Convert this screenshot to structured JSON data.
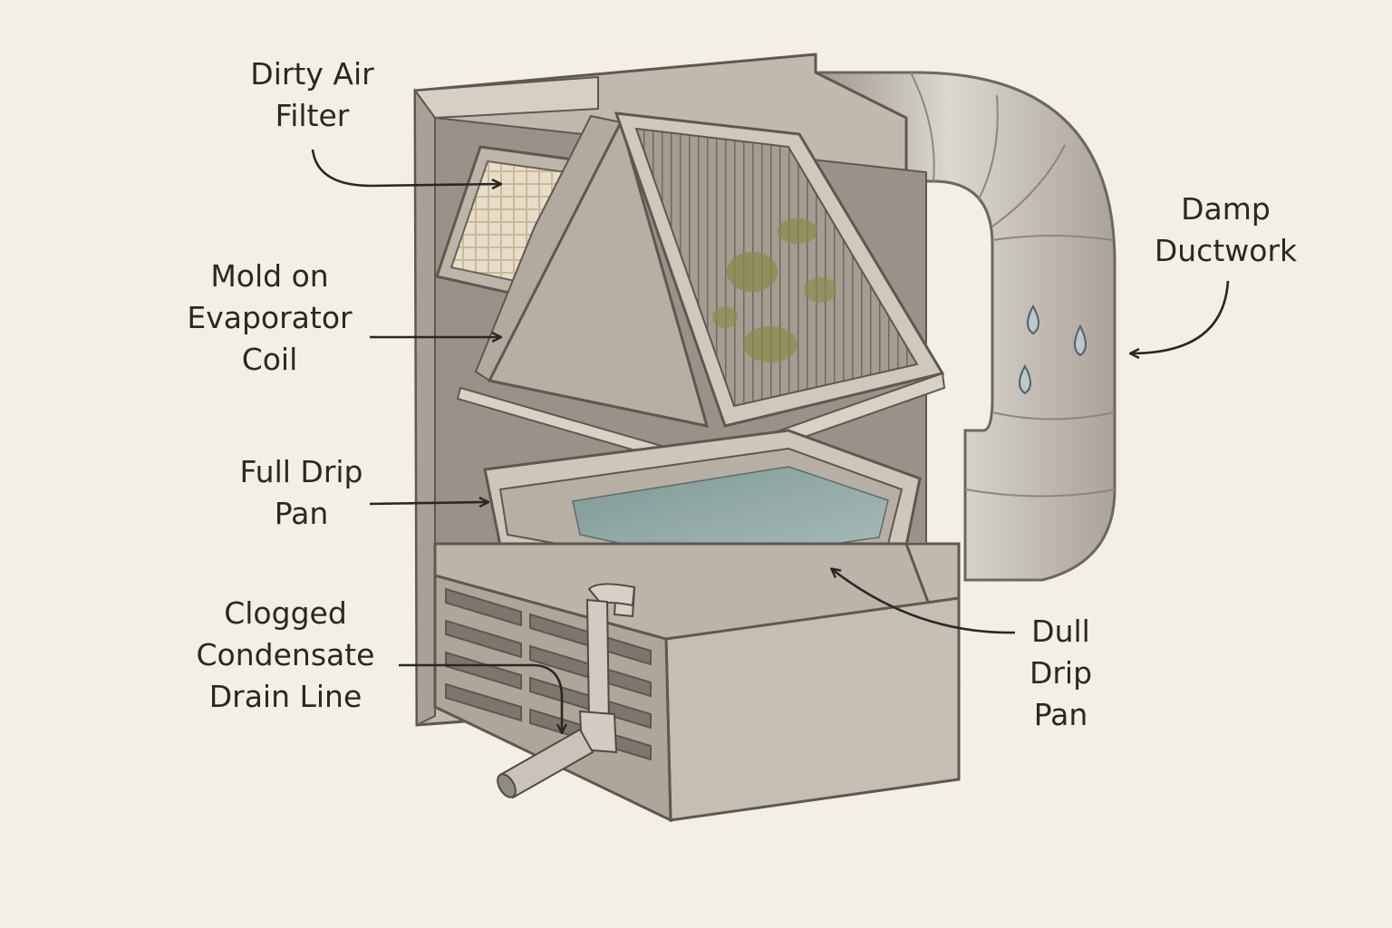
{
  "colors": {
    "background": "#f4efe6",
    "cabinet": "#b8b0a6",
    "cabinet_dark": "#8f877d",
    "cabinet_light": "#d3ccc2",
    "duct": "#c9c4bd",
    "water": "#8fa6a2",
    "mold": "#8a8a4a",
    "outline": "#3a3632"
  },
  "callouts": [
    {
      "id": "dirty-air-filter",
      "lines": [
        "Dirty Air",
        "Filter"
      ]
    },
    {
      "id": "mold-evaporator-coil",
      "lines": [
        "Mold on",
        "Evaporator",
        "Coil"
      ]
    },
    {
      "id": "full-drip-pan",
      "lines": [
        "Full Drip",
        "Pan"
      ]
    },
    {
      "id": "clogged-drain-line",
      "lines": [
        "Clogged",
        "Condensate",
        "Drain Line"
      ]
    },
    {
      "id": "damp-ductwork",
      "lines": [
        "Damp",
        "Ductwork"
      ]
    },
    {
      "id": "dull-drip-pan",
      "lines": [
        "Dull",
        "Drip",
        "Pan"
      ]
    }
  ]
}
